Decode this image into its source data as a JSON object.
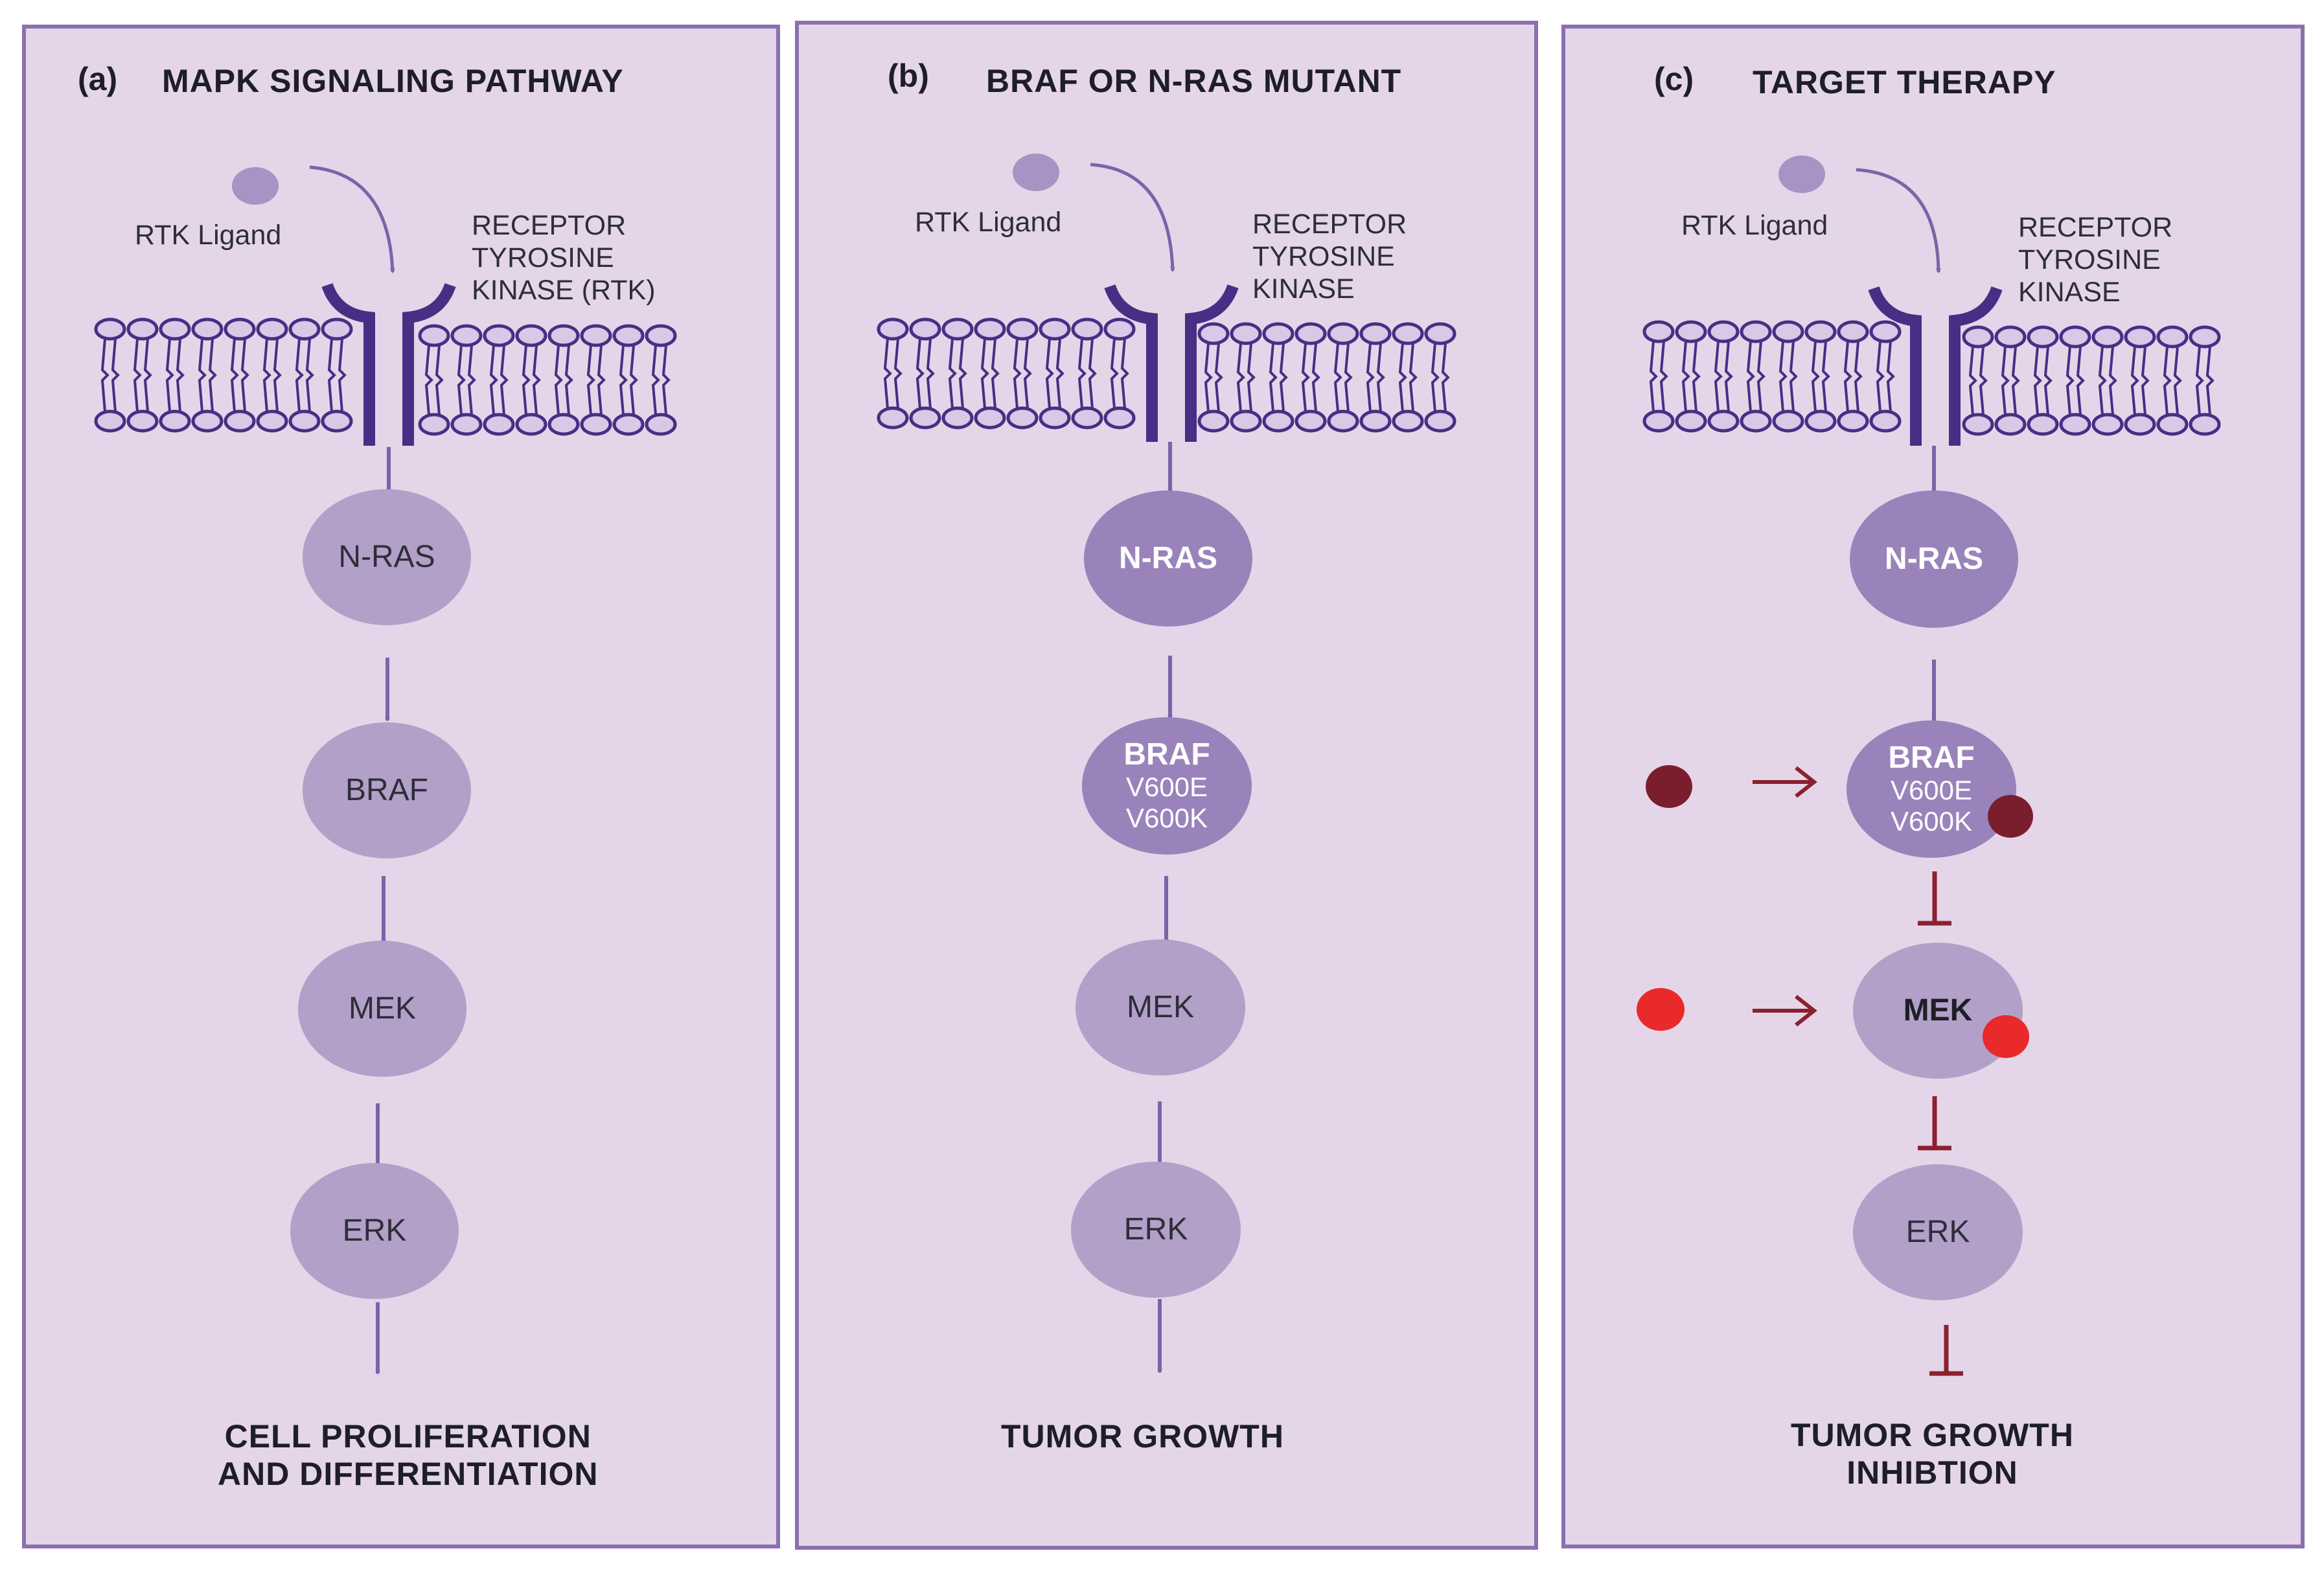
{
  "colors": {
    "panel_bg": "#e4d6e8",
    "panel_border": "#8b6fae",
    "membrane": "#4a2d85",
    "node_light": "#b3a0c8",
    "node_dark": "#9a83bb",
    "arrow": "#7b64a8",
    "inhibitor_line": "#8c2030",
    "braf_inhibitor": "#7a1e2e",
    "mek_inhibitor": "#e82a2a"
  },
  "panels": {
    "a": {
      "label": "(a)",
      "title": "MAPK SIGNALING PATHWAY",
      "ligand": "RTK Ligand",
      "receptor": [
        "RECEPTOR",
        "TYROSINE",
        "KINASE (RTK)"
      ],
      "nodes": {
        "nras": "N-RAS",
        "braf": "BRAF",
        "mek": "MEK",
        "erk": "ERK"
      },
      "outcome": [
        "CELL PROLIFERATION",
        "AND DIFFERENTIATION"
      ]
    },
    "b": {
      "label": "(b)",
      "title": "BRAF OR N-RAS MUTANT",
      "ligand": "RTK Ligand",
      "receptor": [
        "RECEPTOR",
        "TYROSINE",
        "KINASE"
      ],
      "nodes": {
        "nras": "N-RAS",
        "braf": "BRAF",
        "braf_mut1": "V600E",
        "braf_mut2": "V600K",
        "mek": "MEK",
        "erk": "ERK"
      },
      "outcome": [
        "TUMOR GROWTH"
      ]
    },
    "c": {
      "label": "(c)",
      "title": "TARGET THERAPY",
      "ligand": "RTK Ligand",
      "receptor": [
        "RECEPTOR",
        "TYROSINE",
        "KINASE"
      ],
      "nodes": {
        "nras": "N-RAS",
        "braf": "BRAF",
        "braf_mut1": "V600E",
        "braf_mut2": "V600K",
        "mek": "MEK",
        "erk": "ERK"
      },
      "outcome": [
        "TUMOR GROWTH",
        "INHIBTION"
      ]
    }
  }
}
